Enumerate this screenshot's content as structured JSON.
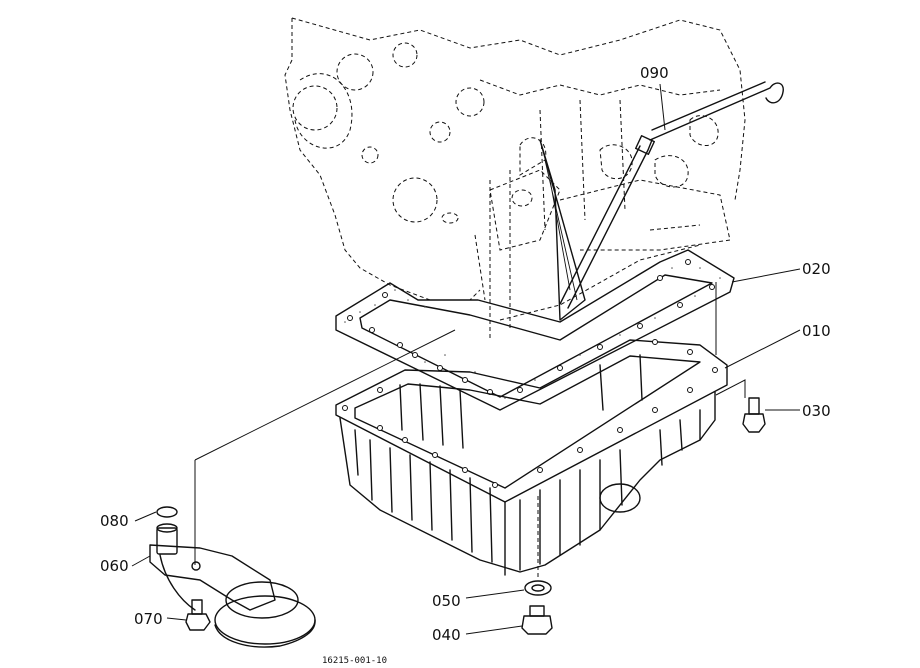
{
  "diagram": {
    "callouts": [
      {
        "id": "010",
        "label": "010"
      },
      {
        "id": "020",
        "label": "020"
      },
      {
        "id": "030",
        "label": "030"
      },
      {
        "id": "040",
        "label": "040"
      },
      {
        "id": "050",
        "label": "050"
      },
      {
        "id": "060",
        "label": "060"
      },
      {
        "id": "070",
        "label": "070"
      },
      {
        "id": "080",
        "label": "080"
      },
      {
        "id": "090",
        "label": "090"
      }
    ],
    "document_number": "16215-001-10"
  }
}
